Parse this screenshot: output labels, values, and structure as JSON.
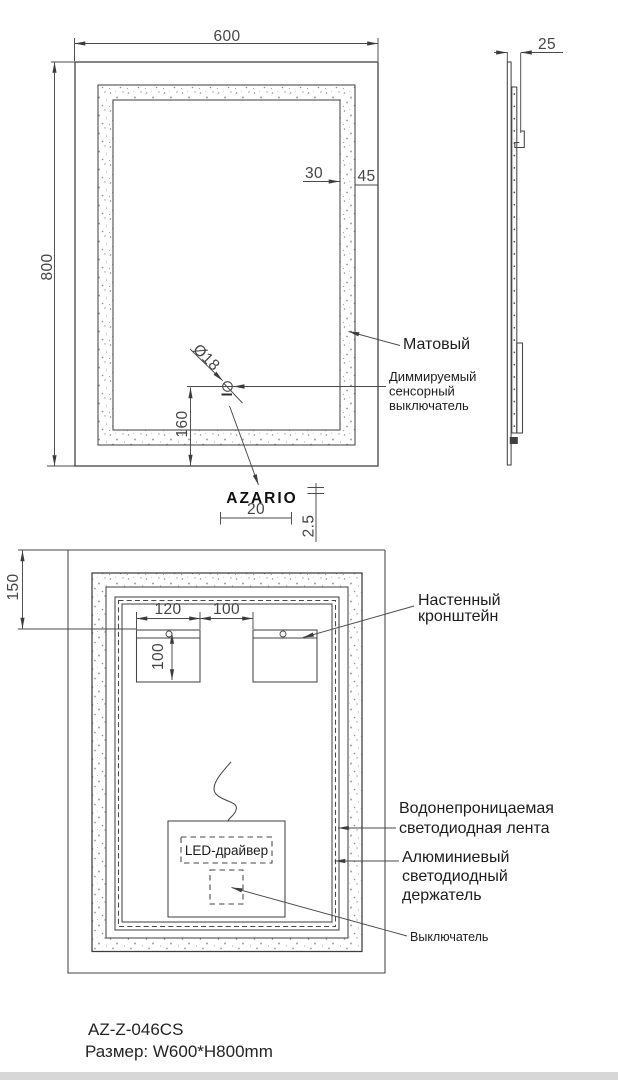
{
  "drawing": {
    "front": {
      "dim_width": "600",
      "dim_height": "800",
      "dim_frost_band": "30",
      "dim_edge_offset": "45",
      "dim_sensor_dia": "Ø18",
      "dim_sensor_bottom": "160",
      "label_matte": "Матовый",
      "label_dimmable_1": "Диммируемый",
      "label_dimmable_2": "сенсорный",
      "label_dimmable_3": "выключатель",
      "logo": "AZARIO",
      "dim_logo_width": "20",
      "dim_logo_height": "2.5"
    },
    "side": {
      "dim_depth": "25"
    },
    "rear": {
      "dim_top_offset": "150",
      "dim_bracket_width": "120",
      "dim_bracket_gap": "100",
      "dim_bracket_height": "100",
      "label_bracket_1": "Настенный",
      "label_bracket_2": "кронштейн",
      "label_strip_1": "Водонепроницаемая",
      "label_strip_2": "светодиодная лента",
      "label_holder_1": "Алюминиевый",
      "label_holder_2": "светодиодный",
      "label_holder_3": "держатель",
      "label_switch": "Выключатель",
      "label_driver": "LED-драйвер"
    },
    "footer": {
      "model": "AZ-Z-046CS",
      "size": "Размер: W600*H800mm"
    }
  }
}
